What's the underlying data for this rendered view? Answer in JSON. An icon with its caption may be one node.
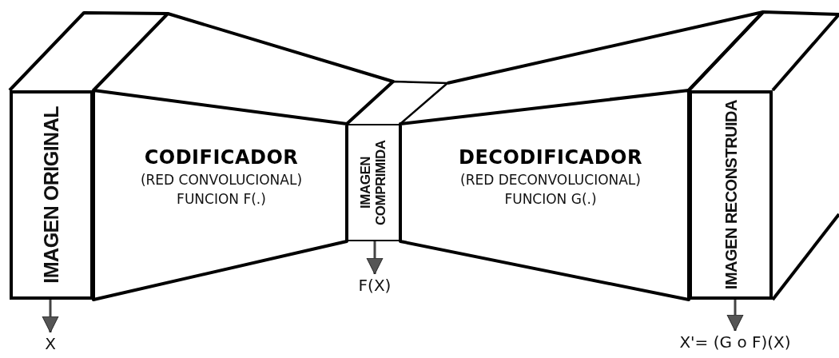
{
  "diagram": {
    "nodes": [
      {
        "text": [
          "IMAGEN ORIGINAL"
        ]
      },
      {
        "text": [
          "CODIFICADOR",
          "(RED CONVOLUCIONAL)",
          "FUNCION F(.)"
        ]
      },
      {
        "text": [
          "IMAGEN COMPRIMIDA"
        ]
      },
      {
        "text": [
          "DECODIFICADOR",
          "(RED DECONVOLUCIONAL)",
          "FUNCION G(.)"
        ]
      },
      {
        "text": [
          "IMAGEN RECONSTRUIDA"
        ]
      },
      {
        "text": [
          "X"
        ]
      },
      {
        "text": [
          "F(X)"
        ]
      },
      {
        "text": [
          "X'= (G o F)(X)"
        ]
      }
    ],
    "edges": [
      {
        "from": 0,
        "to": 5,
        "arrow": "to"
      },
      {
        "from": 2,
        "to": 6,
        "arrow": "to"
      },
      {
        "from": 4,
        "to": 7,
        "arrow": "to"
      }
    ]
  }
}
